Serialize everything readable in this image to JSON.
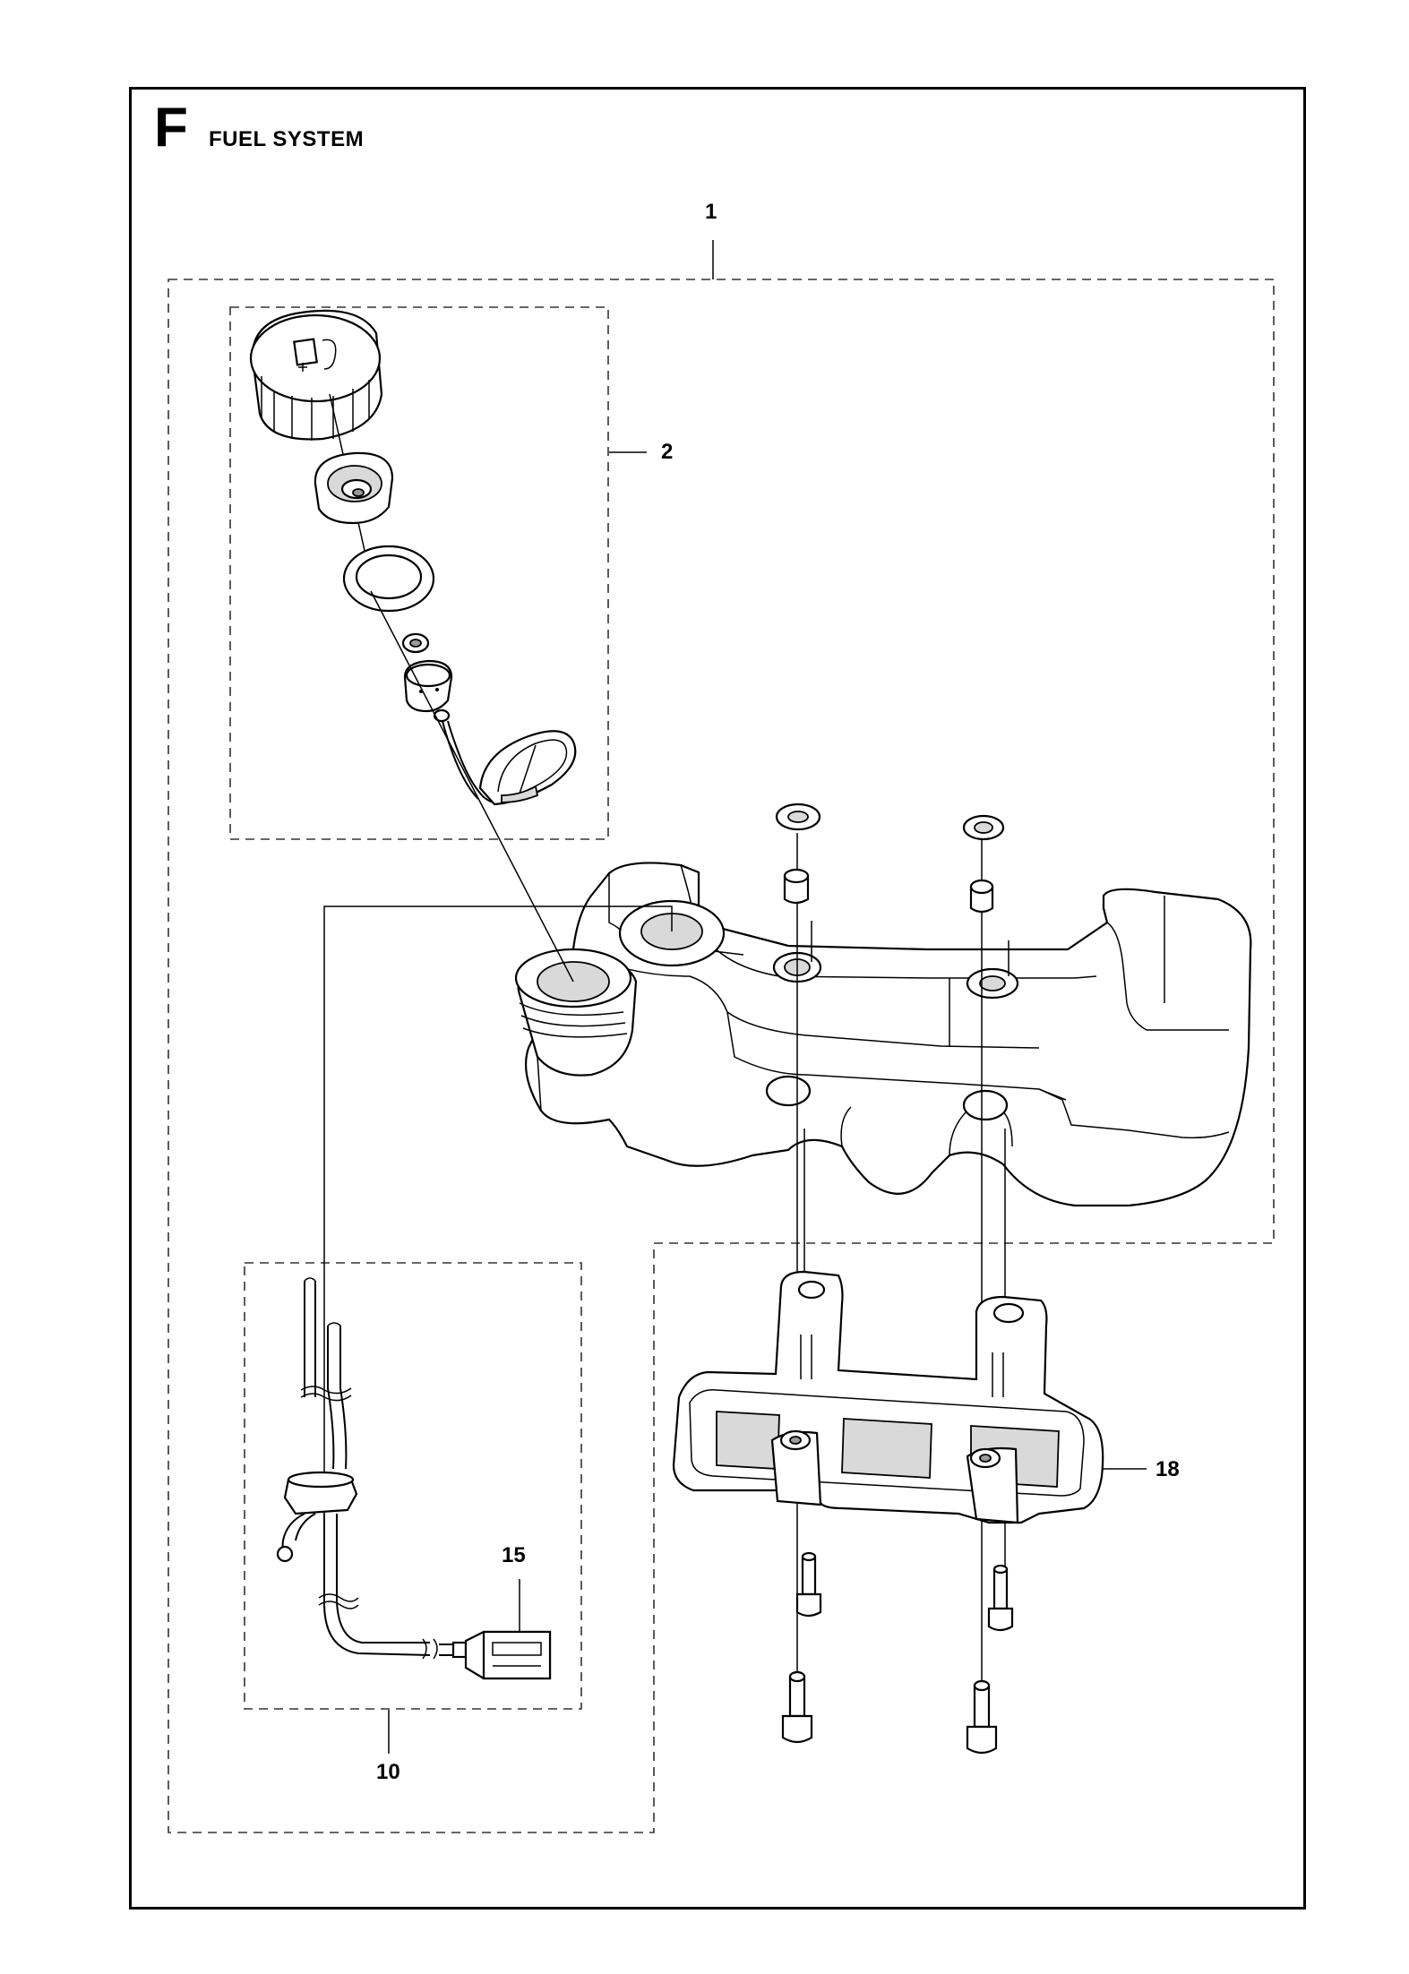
{
  "header": {
    "section_letter": "F",
    "section_title": "FUEL SYSTEM"
  },
  "callouts": {
    "c1": "1",
    "c2": "2",
    "c10": "10",
    "c15": "15",
    "c18": "18"
  },
  "colors": {
    "line": "#000000",
    "dashed_box": "#333333",
    "shading": "#d9d9d9",
    "background": "#ffffff"
  }
}
